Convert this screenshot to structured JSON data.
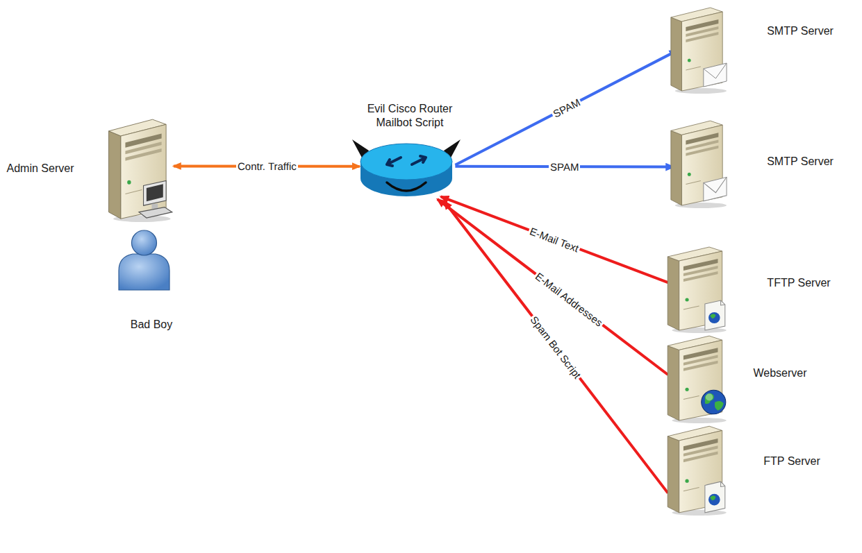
{
  "diagram": {
    "nodes": [
      {
        "text": [
          "Admin Server"
        ]
      },
      {
        "text": [
          "Bad Boy"
        ]
      },
      {
        "text": [
          "Evil Cisco Router Mailbot Script"
        ]
      },
      {
        "text": [
          "SMTP Server"
        ]
      },
      {
        "text": [
          "SMTP Server"
        ]
      },
      {
        "text": [
          "TFTP Server"
        ]
      },
      {
        "text": [
          "Webserver"
        ]
      },
      {
        "text": [
          "FTP Server"
        ]
      }
    ],
    "edges": [
      {
        "from": 0,
        "to": 2,
        "label": "Contr. Traffic",
        "arrow": "both"
      },
      {
        "from": 2,
        "to": 3,
        "label": "SPAM",
        "arrow": "to"
      },
      {
        "from": 2,
        "to": 4,
        "label": "SPAM",
        "arrow": "to"
      },
      {
        "from": 5,
        "to": 2,
        "label": "E-Mail Text",
        "arrow": "to"
      },
      {
        "from": 6,
        "to": 2,
        "label": "E-Mail Addresses",
        "arrow": "to"
      },
      {
        "from": 7,
        "to": 2,
        "label": "Spam Bot Script",
        "arrow": "to"
      }
    ]
  }
}
